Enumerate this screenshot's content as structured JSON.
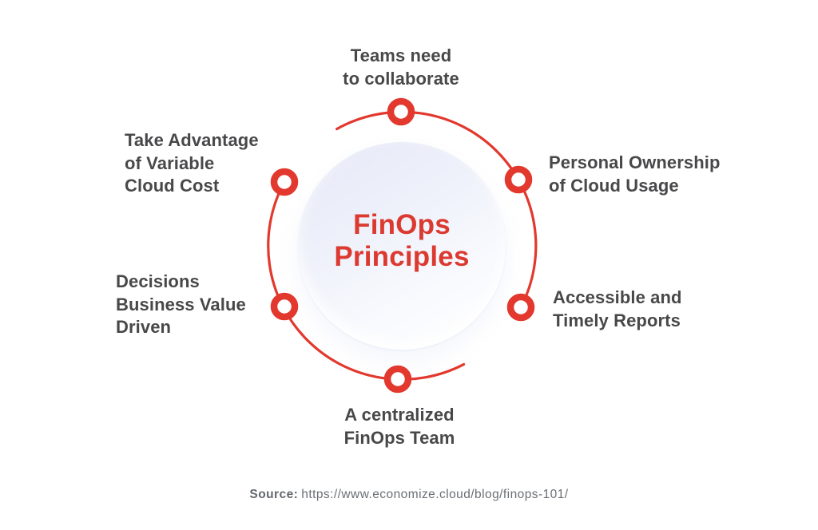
{
  "colors": {
    "accent_red": "#e2382d",
    "title_red": "#dc3a31",
    "label_gray": "#48484a",
    "source_gray": "#6b6f74",
    "center_fill_top": "#e8ebf8",
    "center_fill_bottom": "#ffffff"
  },
  "center": {
    "title_line1": "FinOps",
    "title_line2": "Principles"
  },
  "principles": [
    {
      "name": "teams-need-to-collaborate",
      "position": "top",
      "lines": [
        "Teams need",
        "to collaborate"
      ]
    },
    {
      "name": "take-advantage-variable-cloud-cost",
      "position": "upper-left",
      "lines": [
        "Take Advantage",
        "of Variable",
        "Cloud Cost"
      ]
    },
    {
      "name": "decisions-business-value-driven",
      "position": "lower-left",
      "lines": [
        "Decisions",
        "Business Value",
        "Driven"
      ]
    },
    {
      "name": "a-centralized-finops-team",
      "position": "bottom",
      "lines": [
        "A centralized",
        "FinOps Team"
      ]
    },
    {
      "name": "personal-ownership-of-cloud-usage",
      "position": "upper-right",
      "lines": [
        "Personal Ownership",
        "of Cloud Usage"
      ]
    },
    {
      "name": "accessible-and-timely-reports",
      "position": "lower-right",
      "lines": [
        "Accessible and",
        "Timely Reports"
      ]
    }
  ],
  "source": {
    "label": "Source:",
    "url": "https://www.economize.cloud/blog/finops-101/"
  }
}
